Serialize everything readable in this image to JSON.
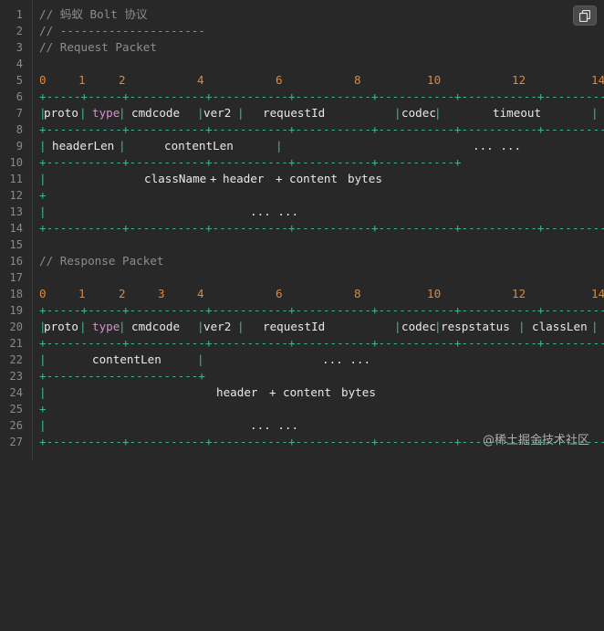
{
  "comments": {
    "title": "// 蚂蚁 Bolt 协议",
    "divider": "// ---------------------",
    "request": "// Request Packet",
    "response": "// Response Packet"
  },
  "line_numbers": [
    "1",
    "2",
    "3",
    "4",
    "5",
    "6",
    "7",
    "8",
    "9",
    "10",
    "11",
    "12",
    "13",
    "14",
    "15",
    "16",
    "17",
    "18",
    "19",
    "20",
    "21",
    "22",
    "23",
    "24",
    "25",
    "26",
    "27"
  ],
  "offsets_req": [
    "0",
    "1",
    "2",
    "4",
    "6",
    "8",
    "10",
    "12",
    "14"
  ],
  "offsets_res": [
    "0",
    "1",
    "2",
    "3",
    "4",
    "6",
    "8",
    "10",
    "12",
    "14"
  ],
  "fields": {
    "proto": "proto",
    "type": "type",
    "cmdcode": "cmdcode",
    "ver2": "ver2",
    "requestId": "requestId",
    "codec": "codec",
    "timeout": "timeout",
    "headerLen": "headerLen",
    "contentLen": "contentLen",
    "ellipsis": "... ...",
    "className": "className",
    "header": "header",
    "content": "content",
    "bytes": "bytes",
    "plus": "+",
    "respstatus": "respstatus",
    "classLen": "classLen"
  },
  "watermark": "@稀土掘金技术社区"
}
